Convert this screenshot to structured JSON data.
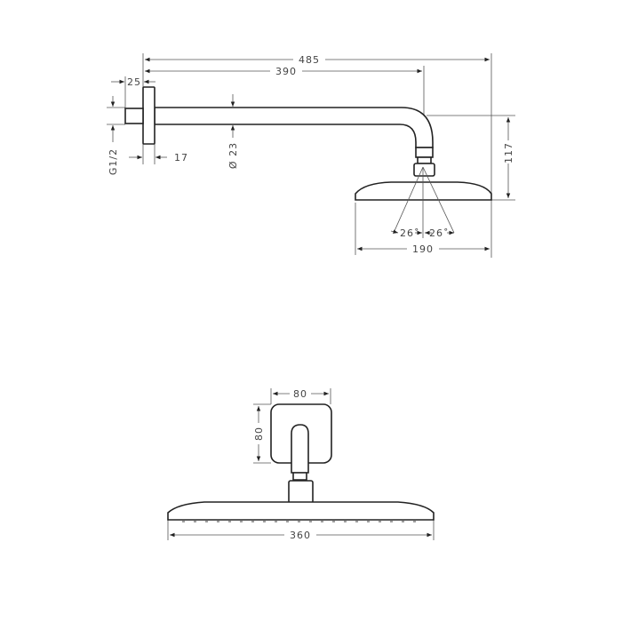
{
  "side_view": {
    "dims": {
      "total_length": "485",
      "arm_length": "390",
      "flange_offset": "25",
      "thread": "G1/2",
      "flange_depth": "17",
      "pipe_diameter": "Ø 23",
      "height": "117",
      "angle_left": "26˚",
      "angle_right": "26˚",
      "head_width": "190"
    }
  },
  "front_view": {
    "dims": {
      "plate_width": "80",
      "plate_height": "80",
      "head_width": "360"
    }
  }
}
